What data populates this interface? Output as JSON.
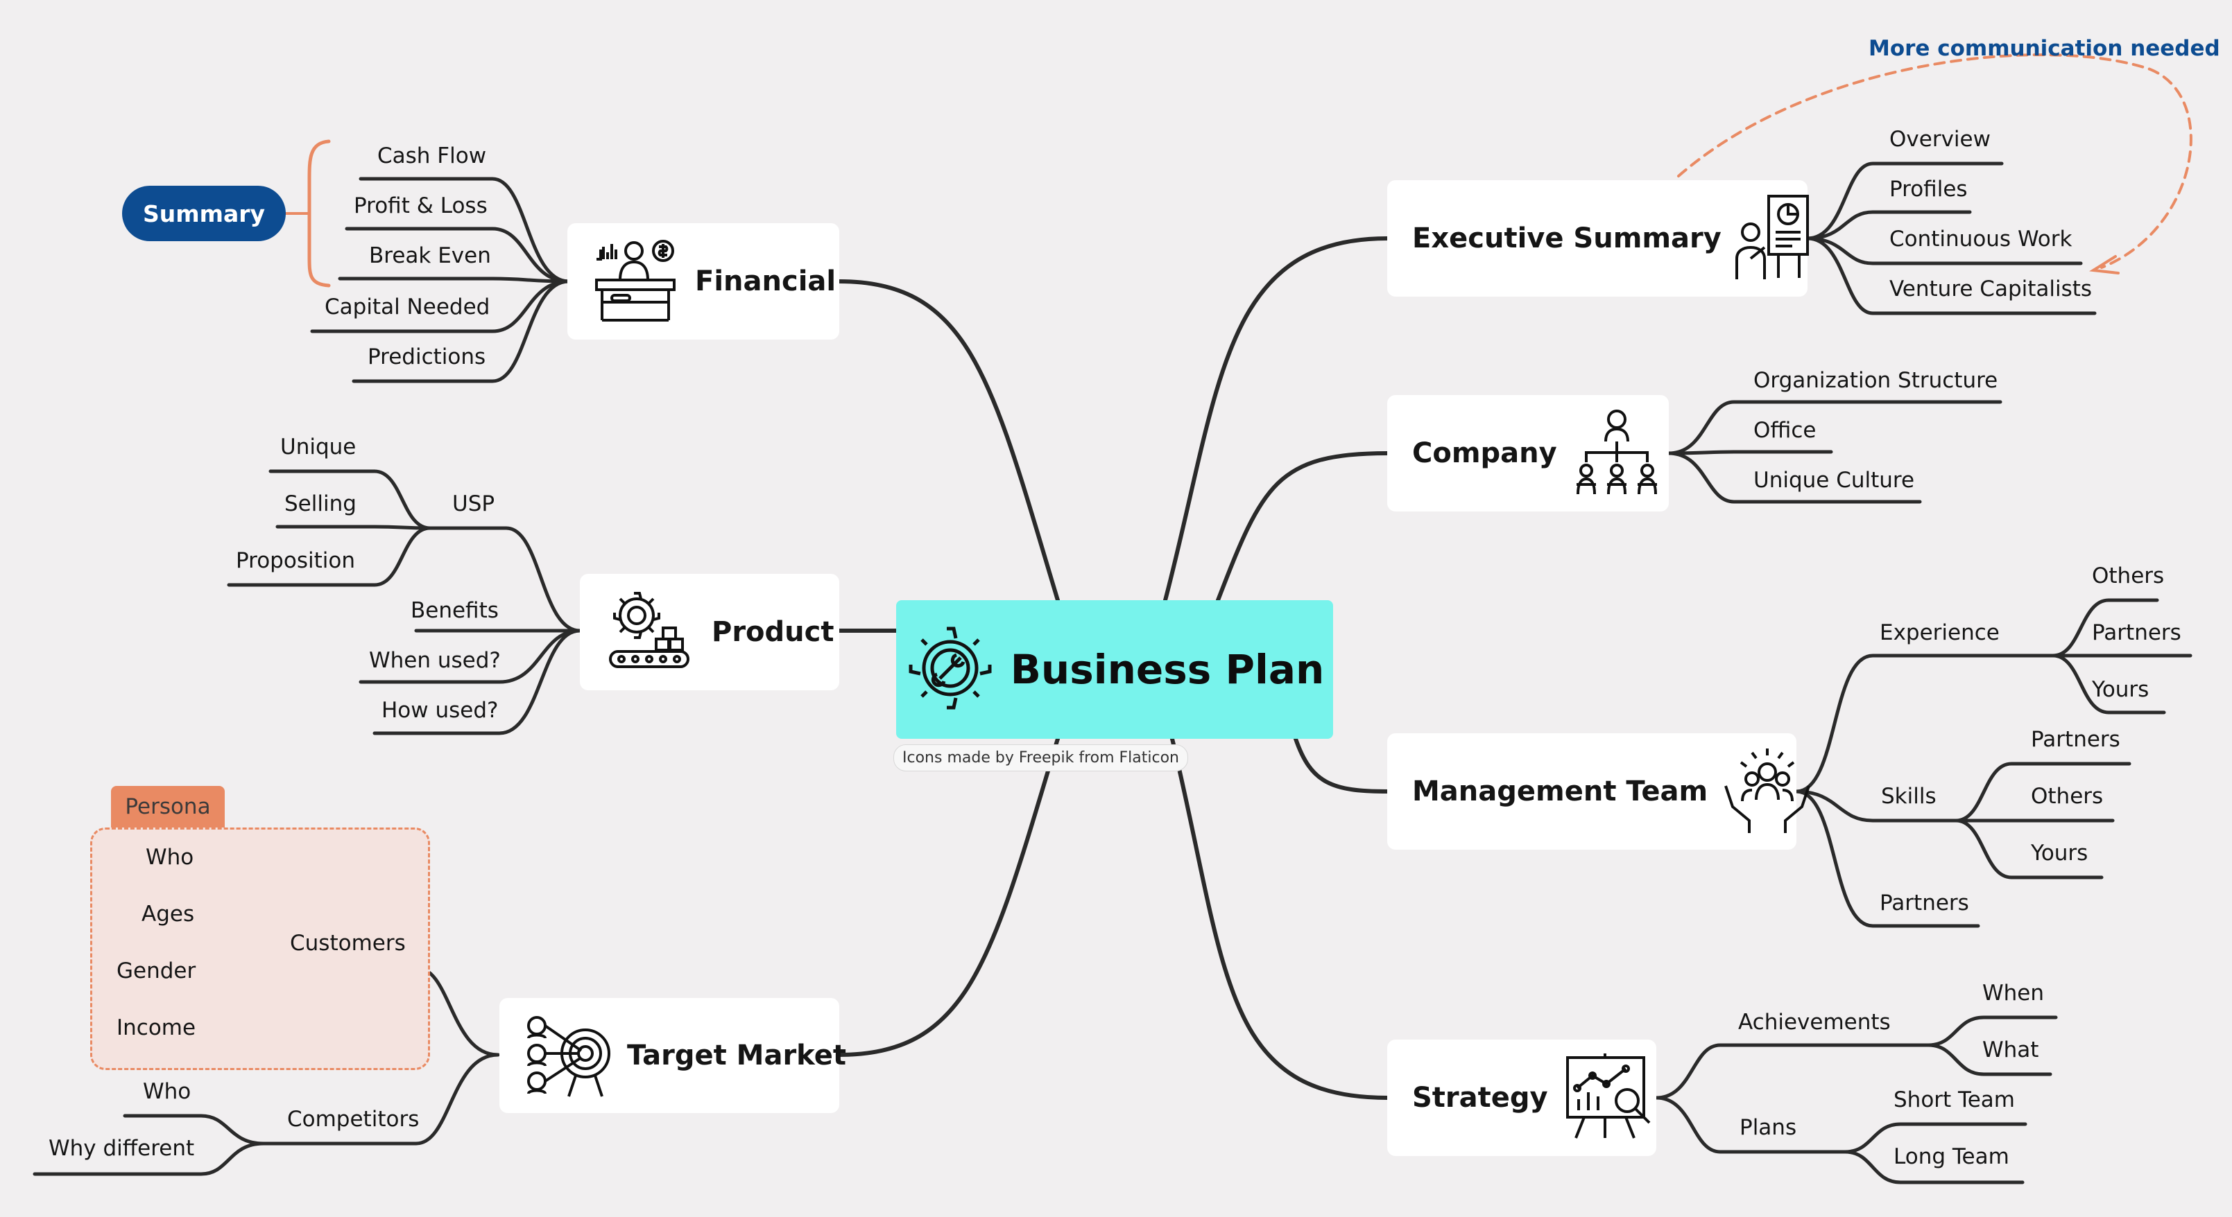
{
  "center": {
    "title": "Business Plan",
    "credit": "Icons made by Freepik from Flaticon"
  },
  "note": "More communication needed",
  "financial": {
    "title": "Financial",
    "items": [
      "Cash Flow",
      "Profit & Loss",
      "Break Even",
      "Capital Needed",
      "Predictions"
    ],
    "summary_label": "Summary"
  },
  "product": {
    "title": "Product",
    "usp": "USP",
    "usp_items": [
      "Unique",
      "Selling",
      "Proposition"
    ],
    "items": [
      "Benefits",
      "When used?",
      "How used?"
    ]
  },
  "target_market": {
    "title": "Target Market",
    "persona_label": "Persona",
    "customers": {
      "label": "Customers",
      "items": [
        "Who",
        "Ages",
        "Gender",
        "Income"
      ]
    },
    "competitors": {
      "label": "Competitors",
      "items": [
        "Who",
        "Why different"
      ]
    }
  },
  "executive_summary": {
    "title": "Executive Summary",
    "items": [
      "Overview",
      "Profiles",
      "Continuous Work",
      "Venture Capitalists"
    ]
  },
  "company": {
    "title": "Company",
    "items": [
      "Organization Structure",
      "Office",
      "Unique Culture"
    ]
  },
  "management_team": {
    "title": "Management Team",
    "experience": {
      "label": "Experience",
      "items": [
        "Others",
        "Partners",
        "Yours"
      ]
    },
    "skills": {
      "label": "Skills",
      "items": [
        "Partners",
        "Others",
        "Yours"
      ]
    },
    "partners": "Partners"
  },
  "strategy": {
    "title": "Strategy",
    "achievements": {
      "label": "Achievements",
      "items": [
        "When",
        "What"
      ]
    },
    "plans": {
      "label": "Plans",
      "items": [
        "Short Team",
        "Long Team"
      ]
    }
  },
  "colors": {
    "canvas": "#f1eff0",
    "center": "#78f3ec",
    "accent_blue": "#0d4c91",
    "accent_orange": "#e98a63",
    "line": "#2a2a2a"
  },
  "icons": [
    "gear-wrench-icon",
    "financial-desk-icon",
    "product-gear-conveyor-icon",
    "target-market-icon",
    "presentation-board-icon",
    "org-chart-icon",
    "team-hands-icon",
    "strategy-chart-icon"
  ]
}
